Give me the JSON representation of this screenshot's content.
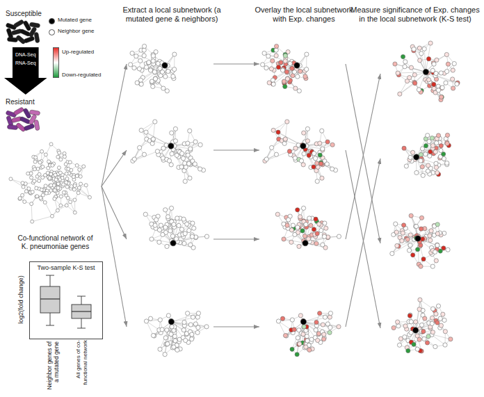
{
  "diagram": {
    "nodes": [
      {
        "text": [
          "DNA-Seq",
          "RNA-Seq"
        ]
      },
      {
        "text": [
          "Two-sample K-S test"
        ]
      }
    ],
    "labels": [
      "Susceptible",
      "Extract a local subnetwork (a mutated gene & neighbors)",
      "Overlay the local subnetwork with Exp. changes",
      "Measure significance of Exp. changes in the local subnetwork (K-S test)",
      "Resistant",
      "Co-functional network of K. pneumoniae genes",
      "log2(fold change)",
      "Neighbor genes of a mutated gene",
      "All genes of co-functional network"
    ],
    "legend": [
      {
        "text": "Mutated gene",
        "color": "#000000"
      },
      {
        "text": "Neighbor gene",
        "color": "#ffffff"
      },
      {
        "text": "Up-regulated",
        "color": "#e8302a"
      },
      {
        "text": "Down-regulated",
        "color": "#1e9a3c"
      }
    ]
  }
}
